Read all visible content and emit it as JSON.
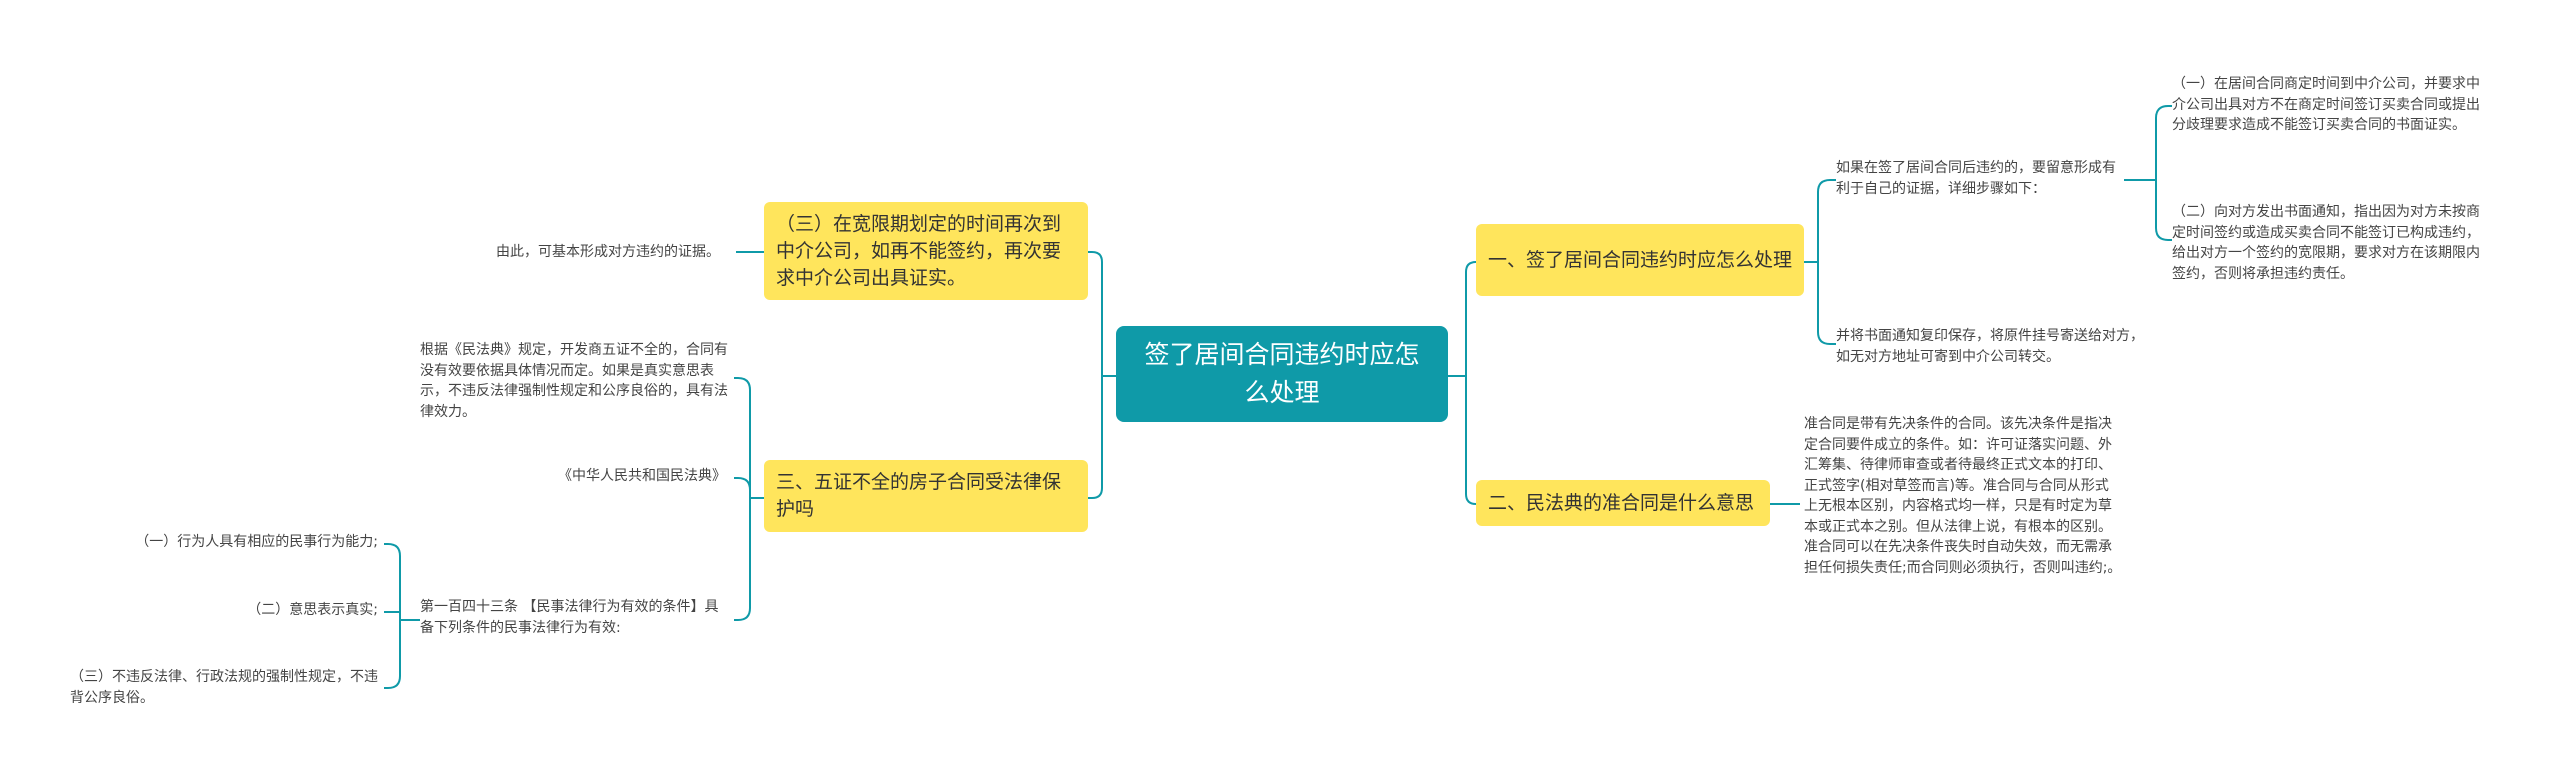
{
  "root": {
    "label": "签了居间合同违约时应怎么处理"
  },
  "branches": {
    "r1": {
      "label": "一、签了居间合同违约时应怎么处理",
      "c1": {
        "text": "如果在签了居间合同后违约的，要留意形成有利于自己的证据，详细步骤如下：",
        "g1": "（一）在居间合同商定时间到中介公司，并要求中介公司出具对方不在商定时间签订买卖合同或提出分歧理要求造成不能签订买卖合同的书面证实。",
        "g2": "（二）向对方发出书面通知，指出因为对方未按商定时间签约或造成买卖合同不能签订已构成违约，给出对方一个签约的宽限期，要求对方在该期限内签约，否则将承担违约责任。"
      },
      "c2": "并将书面通知复印保存，将原件挂号寄送给对方，如无对方地址可寄到中介公司转交。"
    },
    "r2": {
      "label": "二、民法典的准合同是什么意思",
      "c1": "准合同是带有先决条件的合同。该先决条件是指决定合同要件成立的条件。如：许可证落实问题、外汇筹集、待律师审查或者待最终正式文本的打印、正式签字(相对草签而言)等。准合同与合同从形式上无根本区别，内容格式均一样，只是有时定为草本或正式本之别。但从法律上说，有根本的区别。准合同可以在先决条件丧失时自动失效，而无需承担任何损失责任;而合同则必须执行，否则叫违约;。"
    },
    "l1": {
      "label": "（三）在宽限期划定的时间再次到中介公司，如再不能签约，再次要求中介公司出具证实。",
      "c1": "由此，可基本形成对方违约的证据。"
    },
    "l2": {
      "label": "三、五证不全的房子合同受法律保护吗",
      "c1": "根据《民法典》规定，开发商五证不全的，合同有没有效要依据具体情况而定。如果是真实意思表示，不违反法律强制性规定和公序良俗的，具有法律效力。",
      "c2": "《中华人民共和国民法典》",
      "c3": {
        "text": "第一百四十三条 【民事法律行为有效的条件】具备下列条件的民事法律行为有效:",
        "g1": "（一）行为人具有相应的民事行为能力;",
        "g2": "（二）意思表示真实;",
        "g3": "（三）不违反法律、行政法规的强制性规定，不违背公序良俗。"
      }
    }
  },
  "colors": {
    "link": "#0f9aa8",
    "root": "#0f9aa8",
    "branch": "#ffe55c",
    "text": "#444444"
  }
}
